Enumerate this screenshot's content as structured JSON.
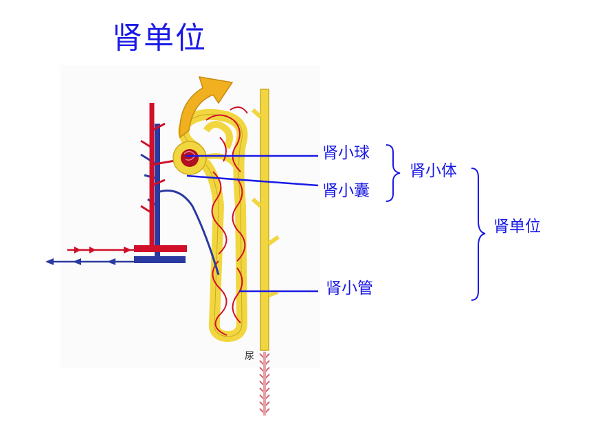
{
  "title": "肾单位",
  "labels": {
    "glomerulus": "肾小球",
    "capsule": "肾小囊",
    "tubule": "肾小管",
    "renal_corpuscle": "肾小体",
    "nephron": "肾单位",
    "urine_mark": "尿"
  },
  "colors": {
    "label": "#1a1ae6",
    "artery": "#d0102a",
    "vein": "#2a3aa0",
    "tubule": "#f2d640",
    "tubule_edge": "#c9a820",
    "flow_arrow": "#f0b020"
  }
}
